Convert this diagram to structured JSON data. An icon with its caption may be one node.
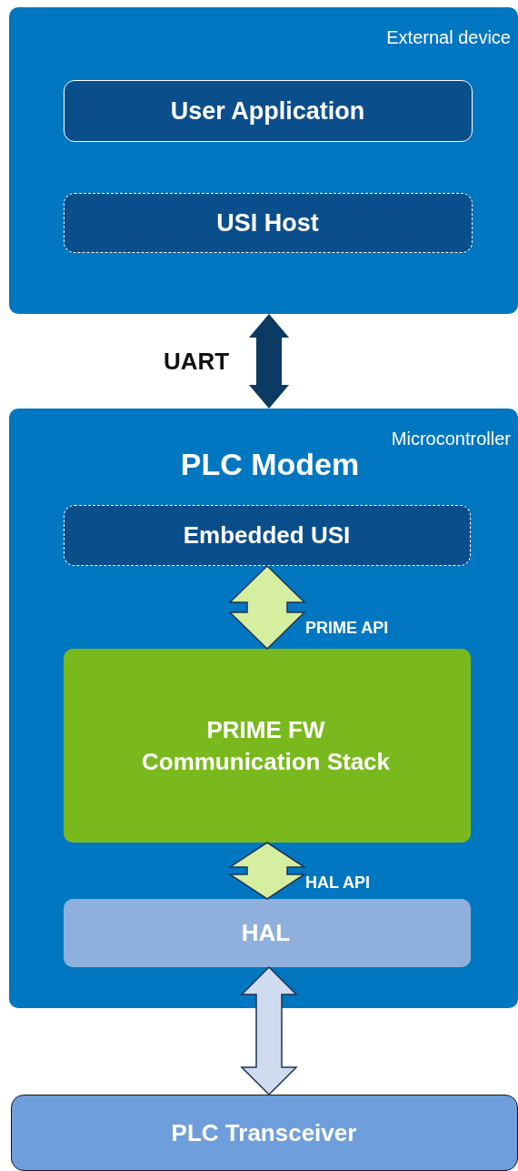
{
  "diagram": {
    "nodes": [
      {
        "text": [
          "External device"
        ]
      },
      {
        "text": [
          "User Application"
        ],
        "in": 0
      },
      {
        "text": [
          "USI Host"
        ],
        "in": 0
      },
      {
        "text": [
          "Microcontroller",
          "PLC Modem"
        ]
      },
      {
        "text": [
          "Embedded USI"
        ],
        "in": 3
      },
      {
        "text": [
          "PRIME FW Communication Stack"
        ],
        "in": 3
      },
      {
        "text": [
          "HAL"
        ],
        "in": 3
      },
      {
        "text": [
          "PLC Transceiver"
        ]
      }
    ],
    "edges": [
      {
        "from": 0,
        "to": 3,
        "arrow": "both",
        "label": "UART",
        "style": "thick",
        "color": "#0b3a62"
      },
      {
        "from": 4,
        "to": 5,
        "arrow": "both",
        "label": "PRIME API",
        "color": "#d5eea0"
      },
      {
        "from": 5,
        "to": 6,
        "arrow": "both",
        "label": "HAL API",
        "color": "#d5eea0"
      },
      {
        "from": 6,
        "to": 7,
        "arrow": "both",
        "color": "#cfdbee"
      }
    ]
  }
}
